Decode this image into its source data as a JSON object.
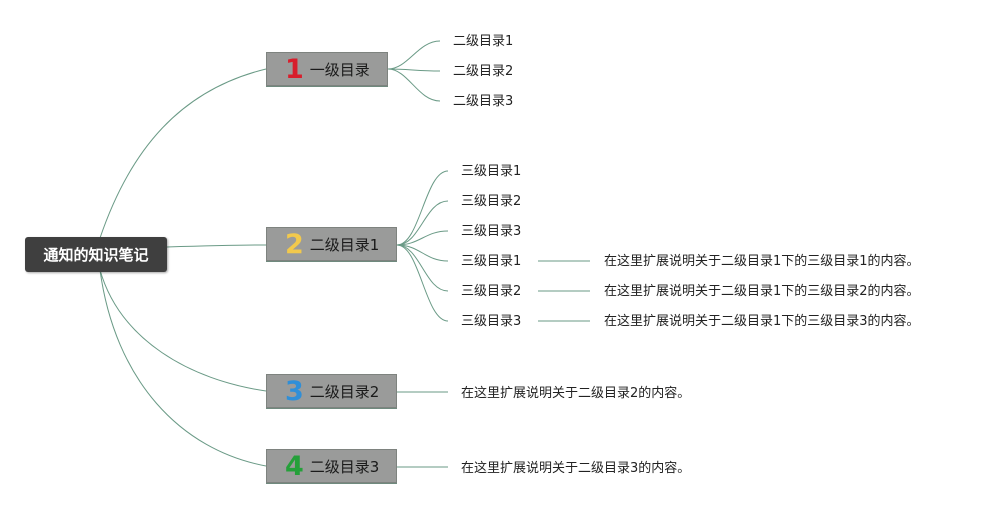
{
  "root": {
    "label": "通知的知识笔记"
  },
  "colors": {
    "connector": "#6a9a86",
    "root_fill": "#3f3f3f",
    "branch_fill": "#9a9b9a",
    "num1": "#d81e2c",
    "num2": "#f2c94c",
    "num3": "#2f8fd8",
    "num4": "#25a03a"
  },
  "branches": [
    {
      "number": "1",
      "label": "一级目录",
      "children": [
        "二级目录1",
        "二级目录2",
        "二级目录3"
      ]
    },
    {
      "number": "2",
      "label": "二级目录1",
      "children": [
        "三级目录1",
        "三级目录2",
        "三级目录3",
        "三级目录1",
        "三级目录2",
        "三级目录3"
      ],
      "notes": [
        "在这里扩展说明关于二级目录1下的三级目录1的内容。",
        "在这里扩展说明关于二级目录1下的三级目录2的内容。",
        "在这里扩展说明关于二级目录1下的三级目录3的内容。"
      ]
    },
    {
      "number": "3",
      "label": "二级目录2",
      "note": "在这里扩展说明关于二级目录2的内容。"
    },
    {
      "number": "4",
      "label": "二级目录3",
      "note": "在这里扩展说明关于二级目录3的内容。"
    }
  ]
}
